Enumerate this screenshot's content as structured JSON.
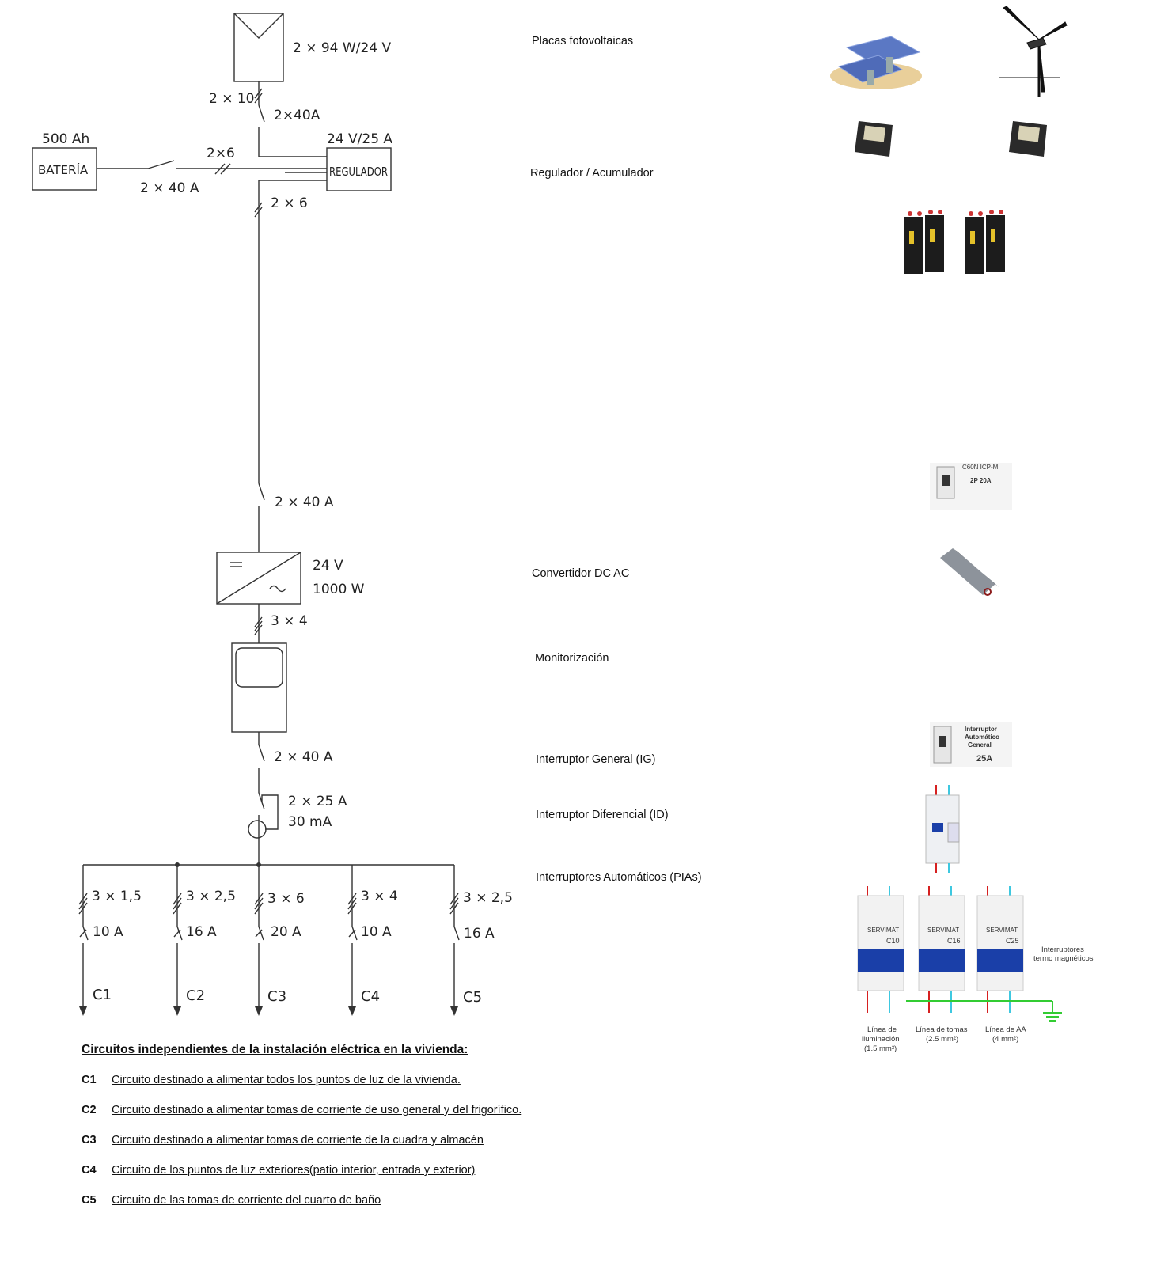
{
  "diagram": {
    "pv": {
      "spec": "2 × 94 W/24 V",
      "cable": "2 × 10",
      "breaker": "2×40A"
    },
    "battery": {
      "capacity": "500 Ah",
      "label": "BATERÍA",
      "cable": "2×6",
      "breaker": "2 × 40 A"
    },
    "regulator": {
      "spec": "24 V/25 A",
      "label": "REGULADOR",
      "cable_out": "2 × 6"
    },
    "inverter": {
      "breaker": "2 × 40 A",
      "voltage": "24 V",
      "power": "1000 W",
      "cable_out": "3 × 4"
    },
    "main_switch": {
      "rating": "2 × 40 A"
    },
    "differential": {
      "rating": "2 × 25 A",
      "sensitivity": "30 mA"
    },
    "circuits": [
      {
        "cable": "3 × 1,5",
        "breaker": "10 A",
        "name": "C1"
      },
      {
        "cable": "3 × 2,5",
        "breaker": "16 A",
        "name": "C2"
      },
      {
        "cable": "3 × 6",
        "breaker": "20 A",
        "name": "C3"
      },
      {
        "cable": "3 × 4",
        "breaker": "10 A",
        "name": "C4"
      },
      {
        "cable": "3 × 2,5",
        "breaker": "16 A",
        "name": "C5"
      }
    ]
  },
  "sections": {
    "pv": "Placas fotovoltaicas",
    "regulator": "Regulador / Acumulador",
    "converter": "Convertidor DC AC",
    "monitor": "Monitorización",
    "ig": "Interruptor General (IG)",
    "id": "Interruptor Diferencial (ID)",
    "pias": "Interruptores Automáticos (PIAs)"
  },
  "photos": {
    "icp_label_1": "C60N ICP-M",
    "icp_label_2": "2P 20A",
    "ig_label_1": "Interruptor",
    "ig_label_2": "Automático",
    "ig_label_3": "General",
    "ig_rating": "25A",
    "brand": "SERVIMAT",
    "breakers": [
      "C10",
      "C16",
      "C25"
    ],
    "side_note_1": "Interruptores",
    "side_note_2": "termo magnéticos",
    "line_labels": [
      {
        "l1": "Línea de",
        "l2": "iluminación",
        "l3": "(1.5 mm²)"
      },
      {
        "l1": "Línea de tomas",
        "l2": "(2.5 mm²)",
        "l3": ""
      },
      {
        "l1": "Línea de AA",
        "l2": "(4 mm²)",
        "l3": ""
      }
    ]
  },
  "legend": {
    "title": "Circuitos independientes de la instalación eléctrica en la vivienda:",
    "items": [
      {
        "code": "C1",
        "text": "Circuito destinado a alimentar todos los puntos de luz de la vivienda."
      },
      {
        "code": "C2",
        "text": "Circuito destinado a alimentar tomas de corriente de uso general y del frigorífico."
      },
      {
        "code": "C3",
        "text": "Circuito destinado a alimentar tomas de corriente de la cuadra y almacén"
      },
      {
        "code": "C4",
        "text": "Circuito de los puntos de luz exteriores(patio interior, entrada y exterior)"
      },
      {
        "code": "C5",
        "text": "Circuito de las tomas de corriente del cuarto de baño"
      }
    ]
  },
  "colors": {
    "line": "#333333",
    "wire_red": "#d62020",
    "wire_cyan": "#3ec8e0",
    "wire_green": "#33cc33",
    "breaker_blue": "#1a3fa8"
  }
}
